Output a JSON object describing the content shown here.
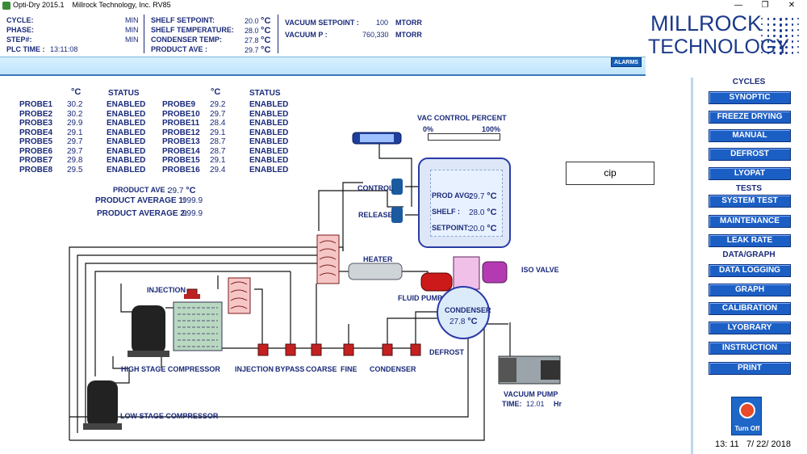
{
  "window": {
    "app_name": "Opti-Dry 2015.1",
    "company": "Millrock Technology, Inc. RV85",
    "min_icon": "—",
    "max_icon": "❐",
    "close_icon": "✕"
  },
  "header": {
    "col1": [
      {
        "label": "CYCLE:",
        "unit": "MIN"
      },
      {
        "label": "PHASE:",
        "unit": "MIN"
      },
      {
        "label": "STEP#:",
        "unit": "MIN"
      },
      {
        "label": "PLC TIME :",
        "value": "13:11:08"
      }
    ],
    "col2": [
      {
        "label": "SHELF SETPOINT:",
        "value": "20.0",
        "unit": "°C"
      },
      {
        "label": "SHELF TEMPERATURE:",
        "value": "28.0",
        "unit": "°C"
      },
      {
        "label": "CONDENSER TEMP:",
        "value": "27.8",
        "unit": "°C"
      },
      {
        "label": "PRODUCT AVE :",
        "value": "29.7",
        "unit": "°C"
      }
    ],
    "col3": [
      {
        "label": "VACUUM SETPOINT :",
        "value": "100",
        "unit": "MTORR"
      },
      {
        "label": "VACUUM P :",
        "value": "760,330",
        "unit": "MTORR"
      }
    ],
    "alarms_label": "ALARMS"
  },
  "logo": {
    "line1": "MILLROCK",
    "line2": "TECHNOLOGY"
  },
  "probes": {
    "unit_header": "°C",
    "status_header": "STATUS",
    "left": [
      {
        "name": "PROBE1",
        "temp": "30.2",
        "status": "ENABLED"
      },
      {
        "name": "PROBE2",
        "temp": "30.2",
        "status": "ENABLED"
      },
      {
        "name": "PROBE3",
        "temp": "29.9",
        "status": "ENABLED"
      },
      {
        "name": "PROBE4",
        "temp": "29.1",
        "status": "ENABLED"
      },
      {
        "name": "PROBE5",
        "temp": "29.7",
        "status": "ENABLED"
      },
      {
        "name": "PROBE6",
        "temp": "29.7",
        "status": "ENABLED"
      },
      {
        "name": "PROBE7",
        "temp": "29.8",
        "status": "ENABLED"
      },
      {
        "name": "PROBE8",
        "temp": "29.5",
        "status": "ENABLED"
      }
    ],
    "right": [
      {
        "name": "PROBE9",
        "temp": "29.2",
        "status": "ENABLED"
      },
      {
        "name": "PROBE10",
        "temp": "29.7",
        "status": "ENABLED"
      },
      {
        "name": "PROBE11",
        "temp": "28.4",
        "status": "ENABLED"
      },
      {
        "name": "PROBE12",
        "temp": "29.1",
        "status": "ENABLED"
      },
      {
        "name": "PROBE13",
        "temp": "28.7",
        "status": "ENABLED"
      },
      {
        "name": "PROBE14",
        "temp": "28.7",
        "status": "ENABLED"
      },
      {
        "name": "PROBE15",
        "temp": "29.1",
        "status": "ENABLED"
      },
      {
        "name": "PROBE16",
        "temp": "29.4",
        "status": "ENABLED"
      }
    ]
  },
  "averages": {
    "product_ave_label": "PRODUCT AVE :",
    "product_ave_value": "29.7",
    "product_ave_unit": "°C",
    "avg1_label": "PRODUCT AVERAGE 1:",
    "avg1_value": "999.9",
    "avg2_label": "PRODUCT AVERAGE 2:",
    "avg2_value": "999.9"
  },
  "vac_control": {
    "label": "VAC CONTROL PERCENT",
    "min": "0%",
    "max": "100%",
    "percent": 0
  },
  "chamber": {
    "prod_avg_label": "PROD AVG:",
    "prod_avg_value": "29.7",
    "prod_avg_unit": "°C",
    "shelf_label": "SHELF :",
    "shelf_value": "28.0",
    "shelf_unit": "°C",
    "setpoint_label": "SETPOINT:",
    "setpoint_value": "20.0",
    "setpoint_unit": "°C"
  },
  "diagram": {
    "control": "CONTROL",
    "release": "RELEASE",
    "heater": "HEATER",
    "iso_valve": "ISO VALVE",
    "fluid_pump": "FLUID PUMP",
    "injection_top": "INJECTION",
    "condenser_label": "CONDENSER",
    "condenser_value": "27.8",
    "condenser_unit": "°C",
    "high_stage": "HIGH STAGE COMPRESSOR",
    "low_stage": "LOW STAGE COMPRESSOR",
    "valves": [
      "INJECTION",
      "BYPASS",
      "COARSE",
      "FINE",
      "CONDENSER"
    ],
    "defrost": "DEFROST",
    "vacuum_pump": "VACUUM PUMP",
    "time_label": "TIME:",
    "time_value": "12.01",
    "time_unit": "Hr"
  },
  "cip_text": "cip",
  "nav": {
    "cycles_header": "CYCLES",
    "cycles": [
      "SYNOPTIC",
      "FREEZE DRYING",
      "MANUAL",
      "DEFROST",
      "LYOPAT"
    ],
    "tests_header": "TESTS",
    "tests": [
      "SYSTEM TEST",
      "MAINTENANCE",
      "LEAK RATE"
    ],
    "data_header": "DATA/GRAPH",
    "data": [
      "DATA LOGGING",
      "GRAPH",
      "CALIBRATION",
      "LYOBRARY",
      "INSTRUCTION",
      "PRINT"
    ]
  },
  "power": {
    "label": "Turn Off"
  },
  "clock": {
    "time": "13: 11",
    "date": "7/  22/ 2018"
  }
}
